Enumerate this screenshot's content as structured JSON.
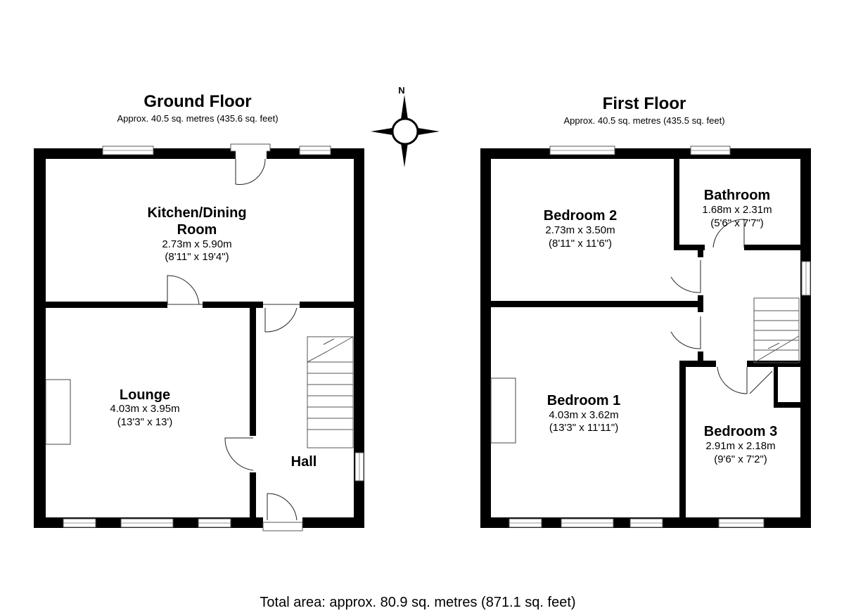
{
  "ground_floor": {
    "title": "Ground Floor",
    "area": "Approx. 40.5 sq. metres (435.6 sq. feet)",
    "rooms": [
      {
        "name_line1": "Kitchen/Dining",
        "name_line2": "Room",
        "dim_m": "2.73m x 5.90m",
        "dim_ft": "(8'11\" x 19'4\")"
      },
      {
        "name": "Lounge",
        "dim_m": "4.03m x 3.95m",
        "dim_ft": "(13'3\" x 13')"
      },
      {
        "name": "Hall"
      }
    ]
  },
  "first_floor": {
    "title": "First Floor",
    "area": "Approx. 40.5 sq. metres (435.5 sq. feet)",
    "rooms": [
      {
        "name": "Bedroom 2",
        "dim_m": "2.73m x 3.50m",
        "dim_ft": "(8'11\" x 11'6\")"
      },
      {
        "name": "Bathroom",
        "dim_m": "1.68m x 2.31m",
        "dim_ft": "(5'6\" x 7'7\")"
      },
      {
        "name": "Bedroom 1",
        "dim_m": "4.03m x 3.62m",
        "dim_ft": "(13'3\" x 11'11\")"
      },
      {
        "name": "Bedroom 3",
        "dim_m": "2.91m x 2.18m",
        "dim_ft": "(9'6\" x 7'2\")"
      }
    ]
  },
  "compass": {
    "label": "N",
    "icon": "compass-icon"
  },
  "total_area": "Total area: approx. 80.9 sq. metres (871.1 sq. feet)",
  "colors": {
    "wall": "#000000",
    "background": "#ffffff"
  }
}
